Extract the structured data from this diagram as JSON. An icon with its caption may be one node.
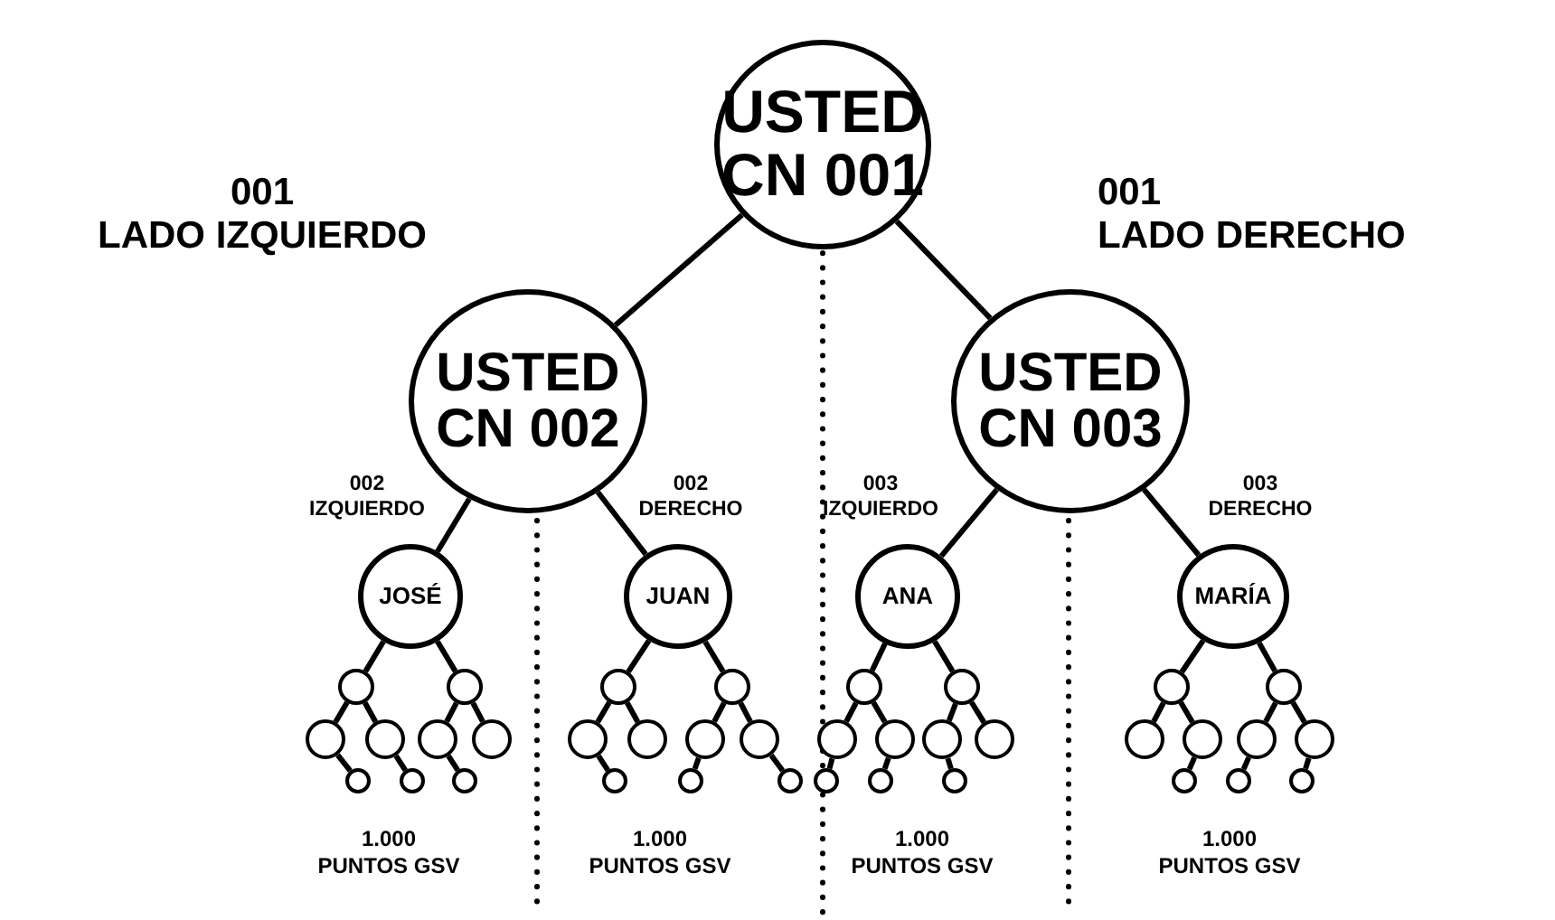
{
  "diagram": {
    "nodes": [
      {
        "text": [
          "USTED CN 001"
        ]
      },
      {
        "text": [
          "USTED CN 002"
        ]
      },
      {
        "text": [
          "USTED CN 003"
        ]
      },
      {
        "text": [
          "JOSÉ"
        ]
      },
      {
        "text": [
          "JUAN"
        ]
      },
      {
        "text": [
          "ANA"
        ]
      },
      {
        "text": [
          "MARÍA"
        ]
      },
      {
        "text": [],
        "shape": "circle"
      },
      {
        "text": [],
        "shape": "circle"
      },
      {
        "text": [],
        "shape": "circle"
      },
      {
        "text": [],
        "shape": "circle"
      },
      {
        "text": [],
        "shape": "circle"
      },
      {
        "text": [],
        "shape": "circle"
      },
      {
        "text": [],
        "shape": "circle"
      },
      {
        "text": [],
        "shape": "circle"
      },
      {
        "text": [],
        "shape": "circle"
      },
      {
        "text": [],
        "shape": "circle"
      },
      {
        "text": [],
        "shape": "circle"
      },
      {
        "text": [],
        "shape": "circle"
      },
      {
        "text": [],
        "shape": "circle"
      },
      {
        "text": [],
        "shape": "circle"
      },
      {
        "text": [],
        "shape": "circle"
      },
      {
        "text": [],
        "shape": "circle"
      },
      {
        "text": [],
        "shape": "circle"
      },
      {
        "text": [],
        "shape": "circle"
      },
      {
        "text": [],
        "shape": "circle"
      },
      {
        "text": [],
        "shape": "circle"
      },
      {
        "text": [],
        "shape": "circle"
      },
      {
        "text": [],
        "shape": "circle"
      },
      {
        "text": [],
        "shape": "circle"
      },
      {
        "text": [],
        "shape": "circle"
      },
      {
        "text": [],
        "shape": "circle"
      },
      {
        "text": [],
        "shape": "circle"
      },
      {
        "text": [],
        "shape": "circle"
      },
      {
        "text": [],
        "shape": "circle"
      },
      {
        "text": [],
        "shape": "circle"
      },
      {
        "text": [],
        "shape": "circle"
      },
      {
        "text": [],
        "shape": "circle"
      },
      {
        "text": [],
        "shape": "circle"
      },
      {
        "text": [],
        "shape": "circle"
      },
      {
        "text": [],
        "shape": "circle"
      },
      {
        "text": [],
        "shape": "circle"
      },
      {
        "text": [],
        "shape": "circle"
      }
    ],
    "edges": [
      {
        "from": 0,
        "to": 1,
        "arrow": "none"
      },
      {
        "from": 0,
        "to": 2,
        "arrow": "none"
      },
      {
        "from": 1,
        "to": 3,
        "arrow": "none"
      },
      {
        "from": 1,
        "to": 4,
        "arrow": "none"
      },
      {
        "from": 2,
        "to": 5,
        "arrow": "none"
      },
      {
        "from": 2,
        "to": 6,
        "arrow": "none"
      },
      {
        "from": 3,
        "to": 7,
        "arrow": "none"
      },
      {
        "from": 3,
        "to": 8,
        "arrow": "none"
      },
      {
        "from": 7,
        "to": 9,
        "arrow": "none"
      },
      {
        "from": 7,
        "to": 10,
        "arrow": "none"
      },
      {
        "from": 8,
        "to": 11,
        "arrow": "none"
      },
      {
        "from": 8,
        "to": 12,
        "arrow": "none"
      },
      {
        "from": 9,
        "to": 13,
        "arrow": "none"
      },
      {
        "from": 10,
        "to": 14,
        "arrow": "none"
      },
      {
        "from": 11,
        "to": 15,
        "arrow": "none"
      },
      {
        "from": 4,
        "to": 16,
        "arrow": "none"
      },
      {
        "from": 4,
        "to": 17,
        "arrow": "none"
      },
      {
        "from": 16,
        "to": 18,
        "arrow": "none"
      },
      {
        "from": 16,
        "to": 19,
        "arrow": "none"
      },
      {
        "from": 17,
        "to": 20,
        "arrow": "none"
      },
      {
        "from": 17,
        "to": 21,
        "arrow": "none"
      },
      {
        "from": 18,
        "to": 22,
        "arrow": "none"
      },
      {
        "from": 20,
        "to": 23,
        "arrow": "none"
      },
      {
        "from": 21,
        "to": 24,
        "arrow": "none"
      },
      {
        "from": 5,
        "to": 25,
        "arrow": "none"
      },
      {
        "from": 5,
        "to": 26,
        "arrow": "none"
      },
      {
        "from": 25,
        "to": 27,
        "arrow": "none"
      },
      {
        "from": 25,
        "to": 28,
        "arrow": "none"
      },
      {
        "from": 26,
        "to": 29,
        "arrow": "none"
      },
      {
        "from": 26,
        "to": 30,
        "arrow": "none"
      },
      {
        "from": 27,
        "to": 31,
        "arrow": "none"
      },
      {
        "from": 28,
        "to": 32,
        "arrow": "none"
      },
      {
        "from": 29,
        "to": 33,
        "arrow": "none"
      },
      {
        "from": 6,
        "to": 34,
        "arrow": "none"
      },
      {
        "from": 6,
        "to": 35,
        "arrow": "none"
      },
      {
        "from": 34,
        "to": 36,
        "arrow": "none"
      },
      {
        "from": 34,
        "to": 37,
        "arrow": "none"
      },
      {
        "from": 35,
        "to": 38,
        "arrow": "none"
      },
      {
        "from": 35,
        "to": 39,
        "arrow": "none"
      },
      {
        "from": 37,
        "to": 40,
        "arrow": "none"
      },
      {
        "from": 38,
        "to": 41,
        "arrow": "none"
      },
      {
        "from": 39,
        "to": 42,
        "arrow": "none"
      }
    ],
    "labels": [
      "001",
      "LADO IZQUIERDO",
      "001",
      "LADO DERECHO",
      "002",
      "IZQUIERDO",
      "002",
      "DERECHO",
      "003",
      "IZQUIERDO",
      "003",
      "DERECHO",
      "1.000",
      "PUNTOS GSV",
      "1.000",
      "PUNTOS GSV",
      "1.000",
      "PUNTOS GSV",
      "1.000",
      "PUNTOS GSV"
    ]
  }
}
